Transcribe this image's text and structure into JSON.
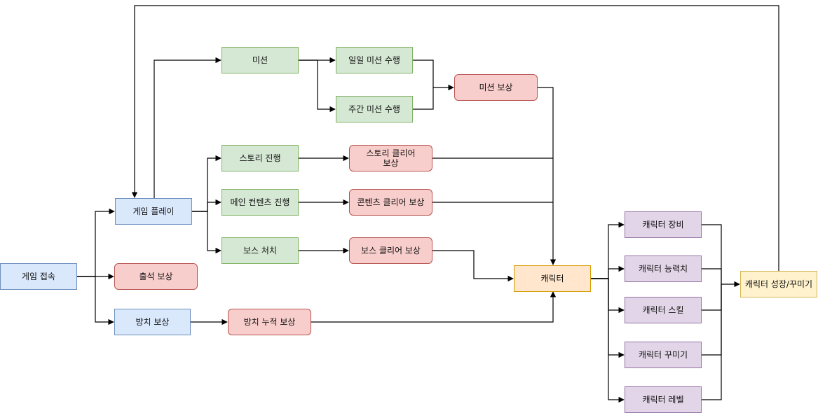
{
  "nodes": {
    "game_access": "게임 접속",
    "game_play": "게임 플레이",
    "attendance_reward": "출석 보상",
    "idle_reward": "방치 보상",
    "idle_accum_reward": "방치 누적 보상",
    "mission": "미션",
    "daily_mission": "일일 미션 수행",
    "weekly_mission": "주간 미션 수행",
    "mission_reward": "미션 보상",
    "story_progress": "스토리 진행",
    "story_clear_reward": "스토리 클리어\n보상",
    "main_content_progress": "메인 컨텐츠 진행",
    "content_clear_reward": "콘텐츠 클리어 보상",
    "boss_kill": "보스 처치",
    "boss_clear_reward": "보스 클리어 보상",
    "character": "캐릭터",
    "char_equipment": "캐릭터 장비",
    "char_stats": "캐릭터 능력치",
    "char_skill": "캐릭터 스킬",
    "char_costume": "캐릭터 꾸미기",
    "char_level": "캐릭터 레벨",
    "char_growth": "캐릭터 성장/꾸미기"
  },
  "colors": {
    "edge": "#000000",
    "blue_fill": "#dae8fc",
    "green_fill": "#d5e8d4",
    "red_fill": "#f8cecc",
    "orange_fill": "#ffe6cc",
    "purple_fill": "#e1d5e7",
    "yellow_fill": "#fff2cc"
  }
}
